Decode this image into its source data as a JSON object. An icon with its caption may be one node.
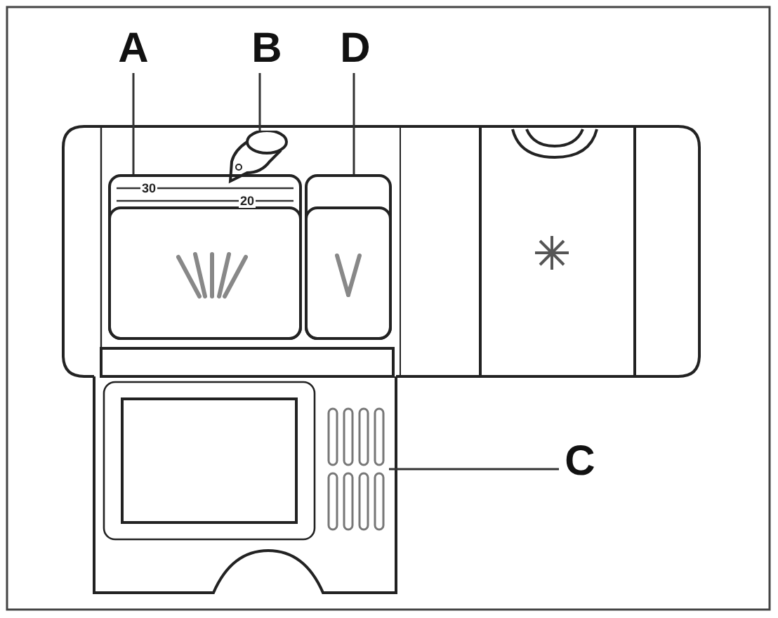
{
  "diagram": {
    "nodes": [
      {
        "text": [
          "A"
        ]
      },
      {
        "text": [
          "B"
        ]
      },
      {
        "text": [
          "D"
        ]
      },
      {
        "text": [
          "C"
        ]
      },
      {
        "text": [],
        "shape": "box"
      },
      {
        "text": [],
        "shape": "circle"
      },
      {
        "text": [],
        "shape": "box"
      },
      {
        "text": [],
        "shape": "box"
      }
    ],
    "edges": [
      {
        "from": 0,
        "to": 4,
        "arrow": "none"
      },
      {
        "from": 1,
        "to": 5,
        "arrow": "none"
      },
      {
        "from": 2,
        "to": 6,
        "arrow": "none"
      },
      {
        "from": 3,
        "to": 7,
        "arrow": "none"
      }
    ],
    "labels": [
      "30",
      "20"
    ]
  }
}
